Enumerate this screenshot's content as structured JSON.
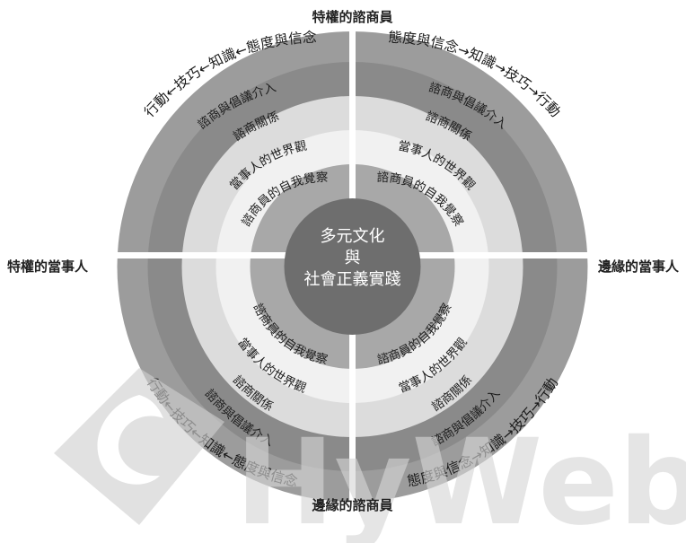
{
  "center": {
    "line1": "多元文化",
    "line2": "與",
    "line3": "社會正義實踐"
  },
  "axes": {
    "top": "特權的諮商員",
    "bottom": "邊緣的諮商員",
    "left": "特權的當事人",
    "right": "邊緣的當事人"
  },
  "rings": {
    "self_awareness": "諮商員的自我覺察",
    "client_worldview": "當事人的世界觀",
    "relationship": "諮商關係",
    "advocacy": "諮商與倡議介入"
  },
  "outer": {
    "top_left": "行動←技巧←知識←態度與信念",
    "top_right": "態度與信念→知識→技巧→行動",
    "bottom_left": "行動←技巧←知識←態度與信念",
    "bottom_right": "態度與信念→知識→技巧→行動"
  },
  "watermark": {
    "text": "HyWeb"
  },
  "colors": {
    "outer_ring": "#9c9c9c",
    "advocacy_ring": "#8a8a8a",
    "relationship_ring": "#dcdcdc",
    "worldview_ring": "#f1f1f1",
    "self_ring": "#a8a8a8",
    "center": "#6e6e6e",
    "separator": "#ffffff"
  }
}
